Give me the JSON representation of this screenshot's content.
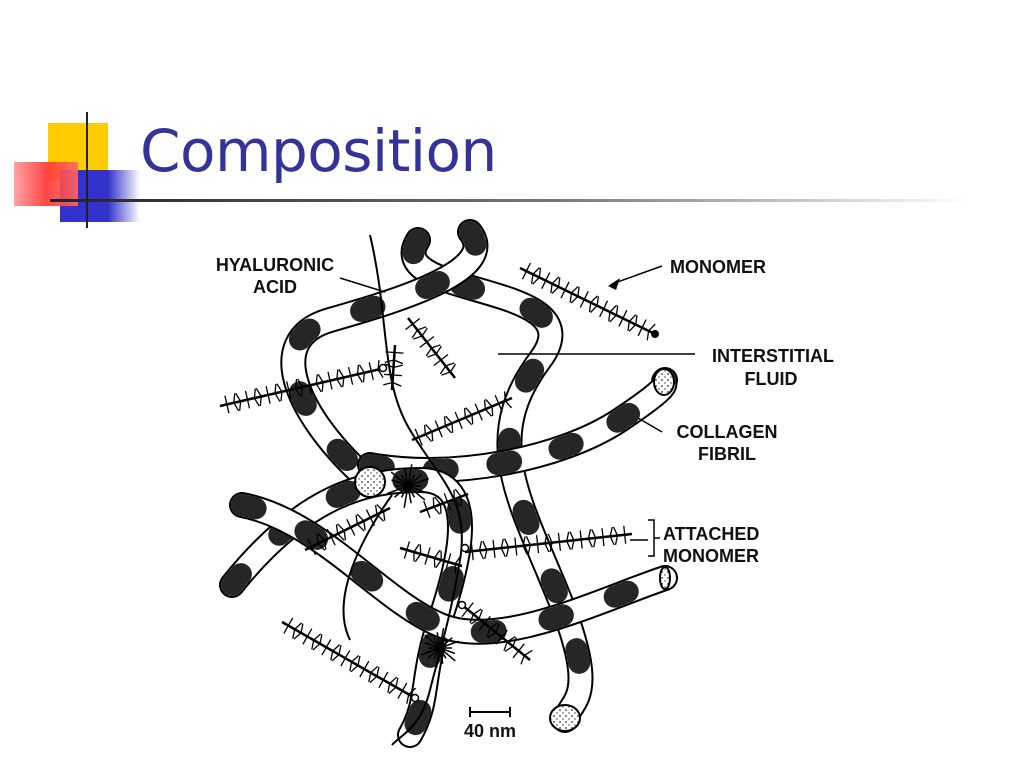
{
  "slide": {
    "title": "Composition",
    "colors": {
      "title": "#333399",
      "square_yellow": "#ffcc00",
      "square_red": "#ff3333",
      "square_blue": "#3333cc"
    }
  },
  "diagram": {
    "labels": {
      "hyaluronic_acid": [
        "HYALURONIC",
        "ACID"
      ],
      "monomer": "MONOMER",
      "interstitial_fluid": [
        "INTERSTITIAL",
        "FLUID"
      ],
      "collagen_fibril": [
        "COLLAGEN",
        "FIBRIL"
      ],
      "attached_monomer": [
        "ATTACHED",
        "MONOMER"
      ],
      "scale_bar": "40 nm"
    }
  }
}
